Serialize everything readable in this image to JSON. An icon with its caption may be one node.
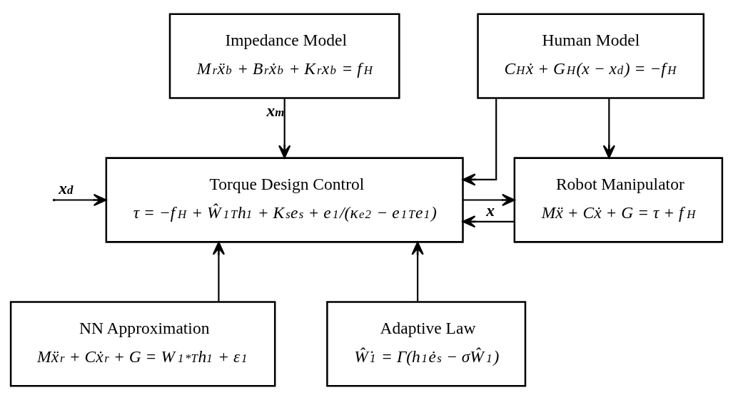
{
  "diagram": {
    "nodes": [
      {
        "text": [
          "Impedance Model",
          "M$_{r}$ẍ$_{b}$ + B$_{r}$ẋ$_{b}$ + K$_{r}$x$_{b}$ = f$_{H}$"
        ]
      },
      {
        "text": [
          "Human Model",
          "C$_{H}$ẋ + G$_{H}$(x − x$_{d}$) = −f$_{H}$"
        ]
      },
      {
        "text": [
          "Torque Design Control",
          "τ = −f$_{H}$ + Ŵ$_{1}$$^{T}$h$_{1}$ + K$_{s}$e$_{s}$ + e$_{1}$/(κ$_{e}$$^{2}$ − e$_{1}$$^{T}$e$_{1}$)"
        ]
      },
      {
        "text": [
          "Robot Manipulator",
          "Mẍ + Cẋ + G = τ + f$_{H}$"
        ]
      },
      {
        "text": [
          "NN Approximation",
          "Mẍ$_{r}$ + Cẋ$_{r}$ + G = W$_{1}$$^{*T}$h$_{1}$ + ε$_{1}$"
        ]
      },
      {
        "text": [
          "Adaptive Law",
          "Ŵ̇$_{1}$ = Γ(h$_{1}$ė$_{s}$ − σŴ$_{1}$)"
        ]
      }
    ],
    "edges": [
      {
        "from": 0,
        "to": 2,
        "arrow": "to",
        "label": "x$_{m}$"
      },
      {
        "from": 1,
        "to": 2,
        "arrow": "to"
      },
      {
        "from": 1,
        "to": 3,
        "arrow": "to"
      },
      {
        "from": null,
        "to": 2,
        "arrow": "to",
        "label": "x$_{d}$"
      },
      {
        "from": 2,
        "to": 3,
        "arrow": "to"
      },
      {
        "from": 3,
        "to": 2,
        "arrow": "to",
        "label": "x"
      },
      {
        "from": 4,
        "to": 2,
        "arrow": "to"
      },
      {
        "from": 5,
        "to": 2,
        "arrow": "to"
      }
    ]
  }
}
